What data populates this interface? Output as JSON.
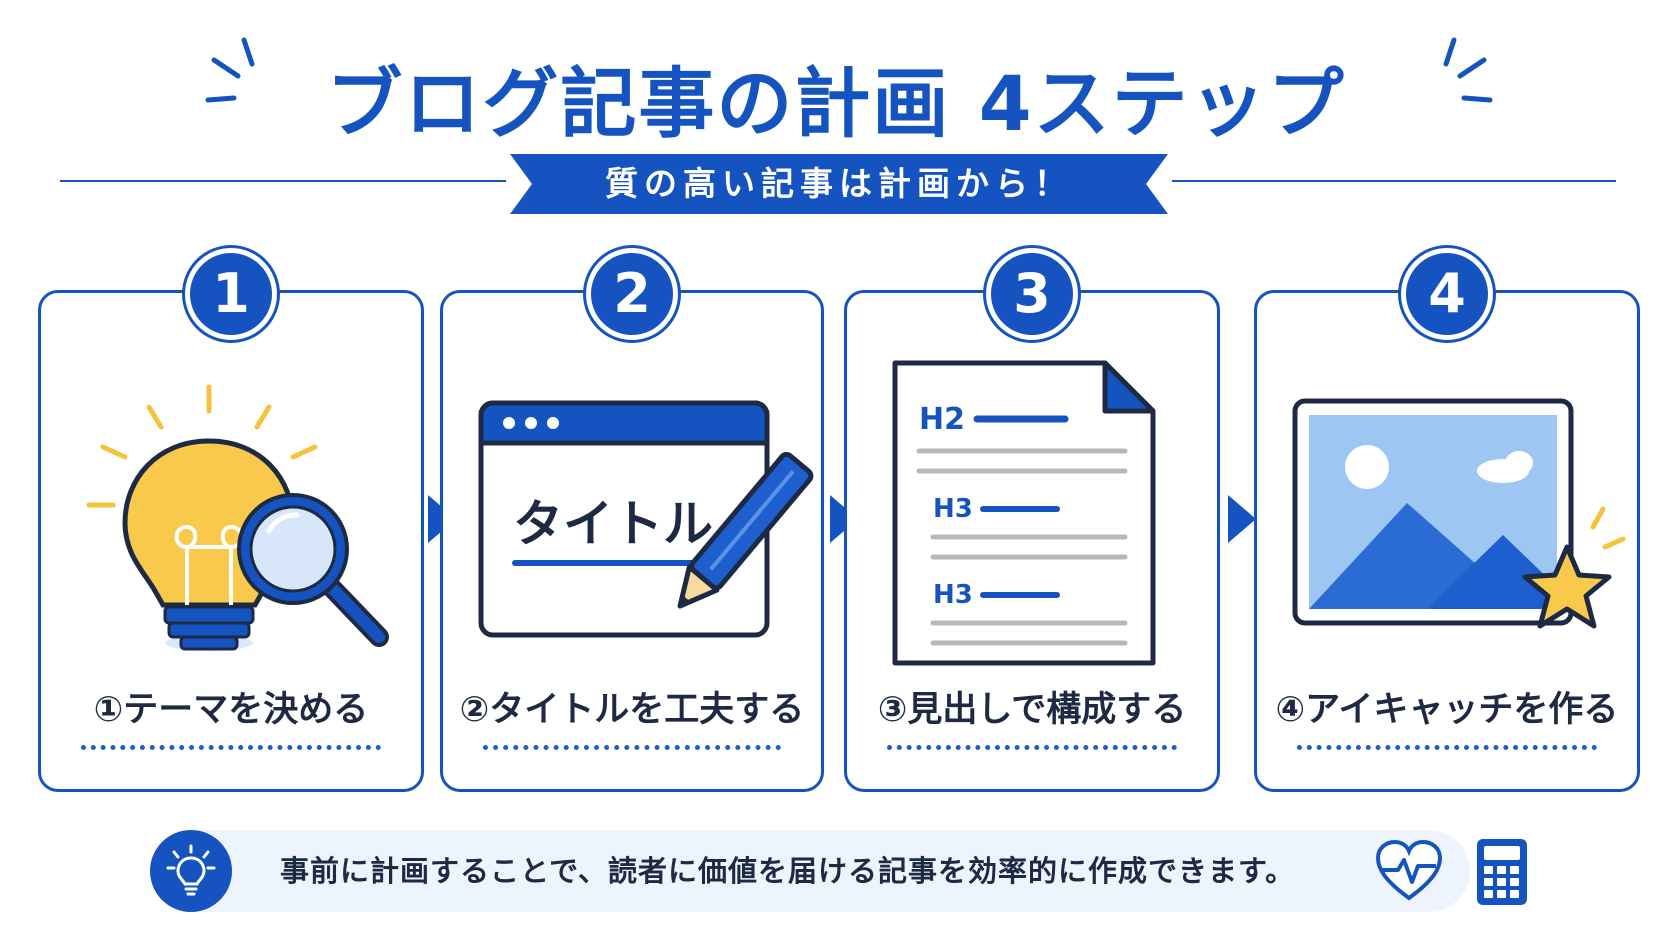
{
  "title": "ブログ記事の計画 4ステップ",
  "subtitle": "質の高い記事は計画から！",
  "colors": {
    "primary": "#1554c0",
    "accent": "#f5c33b",
    "light": "#eef4fd"
  },
  "steps": [
    {
      "number": "1",
      "label": "①テーマを決める",
      "icon": "lightbulb-magnifier-icon"
    },
    {
      "number": "2",
      "label": "②タイトルを工夫する",
      "icon": "browser-pencil-icon",
      "illustration_text": "タイトル"
    },
    {
      "number": "3",
      "label": "③見出しで構成する",
      "icon": "document-headings-icon",
      "headings": [
        "H2",
        "H3",
        "H3"
      ]
    },
    {
      "number": "4",
      "label": "④アイキャッチを作る",
      "icon": "image-star-icon"
    }
  ],
  "footer": {
    "text": "事前に計画することで、読者に価値を届ける記事を効率的に作成できます。",
    "icon": "lightbulb-icon",
    "side_icons": [
      "heart-pulse-icon",
      "calculator-icon"
    ]
  }
}
